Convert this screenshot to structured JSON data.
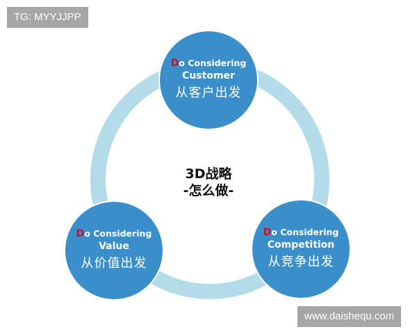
{
  "watermarks": {
    "top_left": "TG: MYYJJPP",
    "bottom_right": "www.daishequ.com"
  },
  "colors": {
    "node_fill": "#3a8fca",
    "ring": "#b3dbe8",
    "accent_d": "#c8102e",
    "watermark_bg": "#a6a6a6"
  },
  "center": {
    "title": "3D战略",
    "subtitle": "-怎么做-"
  },
  "nodes": [
    {
      "prefix_letter": "D",
      "prefix_rest": "o Considering",
      "english": "Customer",
      "chinese": "从客户出发"
    },
    {
      "prefix_letter": "D",
      "prefix_rest": "o Considering",
      "english": "Value",
      "chinese": "从价值出发"
    },
    {
      "prefix_letter": "D",
      "prefix_rest": "o Considering",
      "english": "Competition",
      "chinese": "从竞争出发"
    }
  ]
}
